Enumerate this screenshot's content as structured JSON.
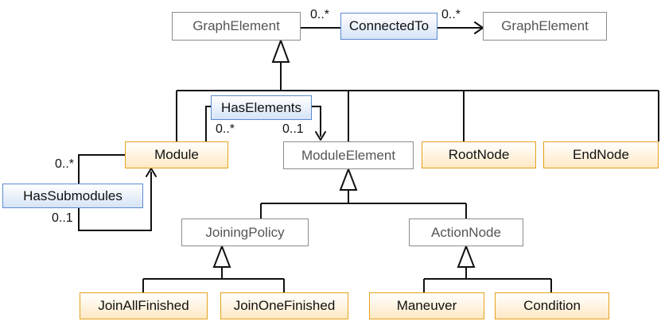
{
  "nodes": {
    "graph_element_left": "GraphElement",
    "connected_to": "ConnectedTo",
    "graph_element_right": "GraphElement",
    "has_elements": "HasElements",
    "module": "Module",
    "module_element": "ModuleElement",
    "root_node": "RootNode",
    "end_node": "EndNode",
    "has_submodules": "HasSubmodules",
    "joining_policy": "JoiningPolicy",
    "action_node": "ActionNode",
    "join_all_finished": "JoinAllFinished",
    "join_one_finished": "JoinOneFinished",
    "maneuver": "Maneuver",
    "condition": "Condition"
  },
  "multiplicities": {
    "connected_source": "0..*",
    "connected_target": "0..*",
    "has_elements_source": "0..*",
    "has_elements_target": "0..1",
    "submodules_top": "0..*",
    "submodules_bottom": "0..1"
  },
  "colors": {
    "abstract_border": "#8c8c8c",
    "concrete_border": "#e3a21a",
    "concrete_fill": "#ffe9c4",
    "relation_border": "#5b8bd0",
    "relation_fill": "#d6e4f7"
  }
}
